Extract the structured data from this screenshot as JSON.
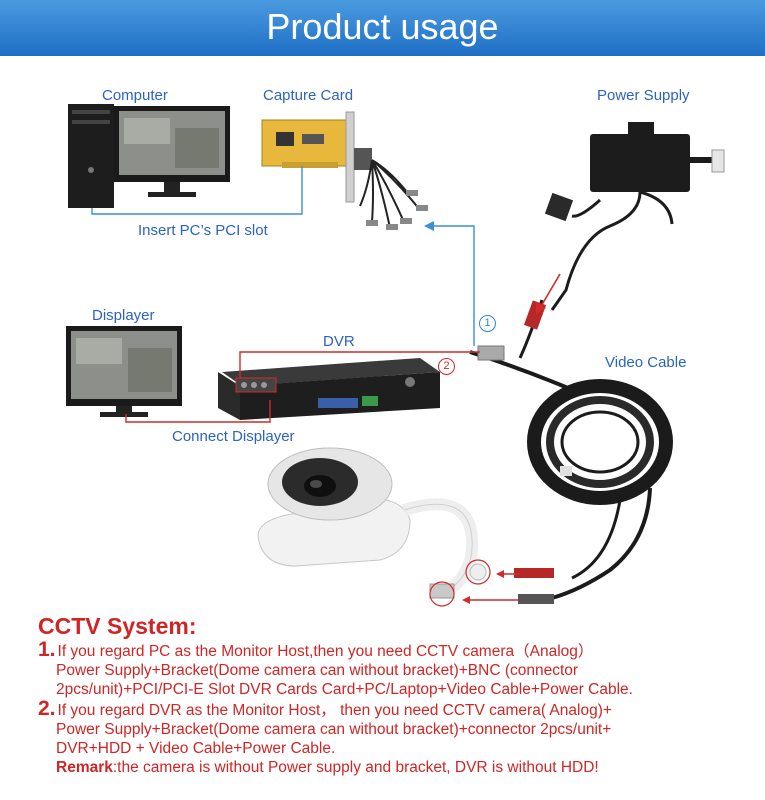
{
  "header": {
    "title": "Product usage"
  },
  "diagram": {
    "labels": {
      "computer": "Computer",
      "capture_card": "Capture Card",
      "power_supply": "Power Supply",
      "pci_slot": "Insert PC’s PCI slot",
      "displayer": "Displayer",
      "dvr": "DVR",
      "video_cable": "Video Cable",
      "connect_displayer": "Connect Displayer"
    },
    "markers": {
      "one": "1",
      "two": "2"
    },
    "colors": {
      "blue_line": "#3a8fd9",
      "red_line": "#d12a2a",
      "label_blue": "#2a63c4"
    }
  },
  "cctv": {
    "heading": "CCTV System:",
    "items": [
      {
        "num": "1.",
        "lines": [
          "If you regard PC as the Monitor Host,then you need CCTV camera（Analog）",
          "Power Supply+Bracket(Dome camera can without bracket)+BNC (connector",
          "2pcs/unit)+PCI/PCI-E Slot DVR Cards Card+PC/Laptop+Video Cable+Power Cable."
        ]
      },
      {
        "num": "2.",
        "lines": [
          "If you regard DVR as the Monitor Host，  then you need CCTV camera( Analog)+",
          "Power Supply+Bracket(Dome camera can without bracket)+connector 2pcs/unit+",
          "DVR+HDD + Video Cable+Power Cable."
        ]
      }
    ],
    "remark_label": "Remark",
    "remark_text": ":the camera is without Power supply and bracket, DVR is without HDD!"
  }
}
